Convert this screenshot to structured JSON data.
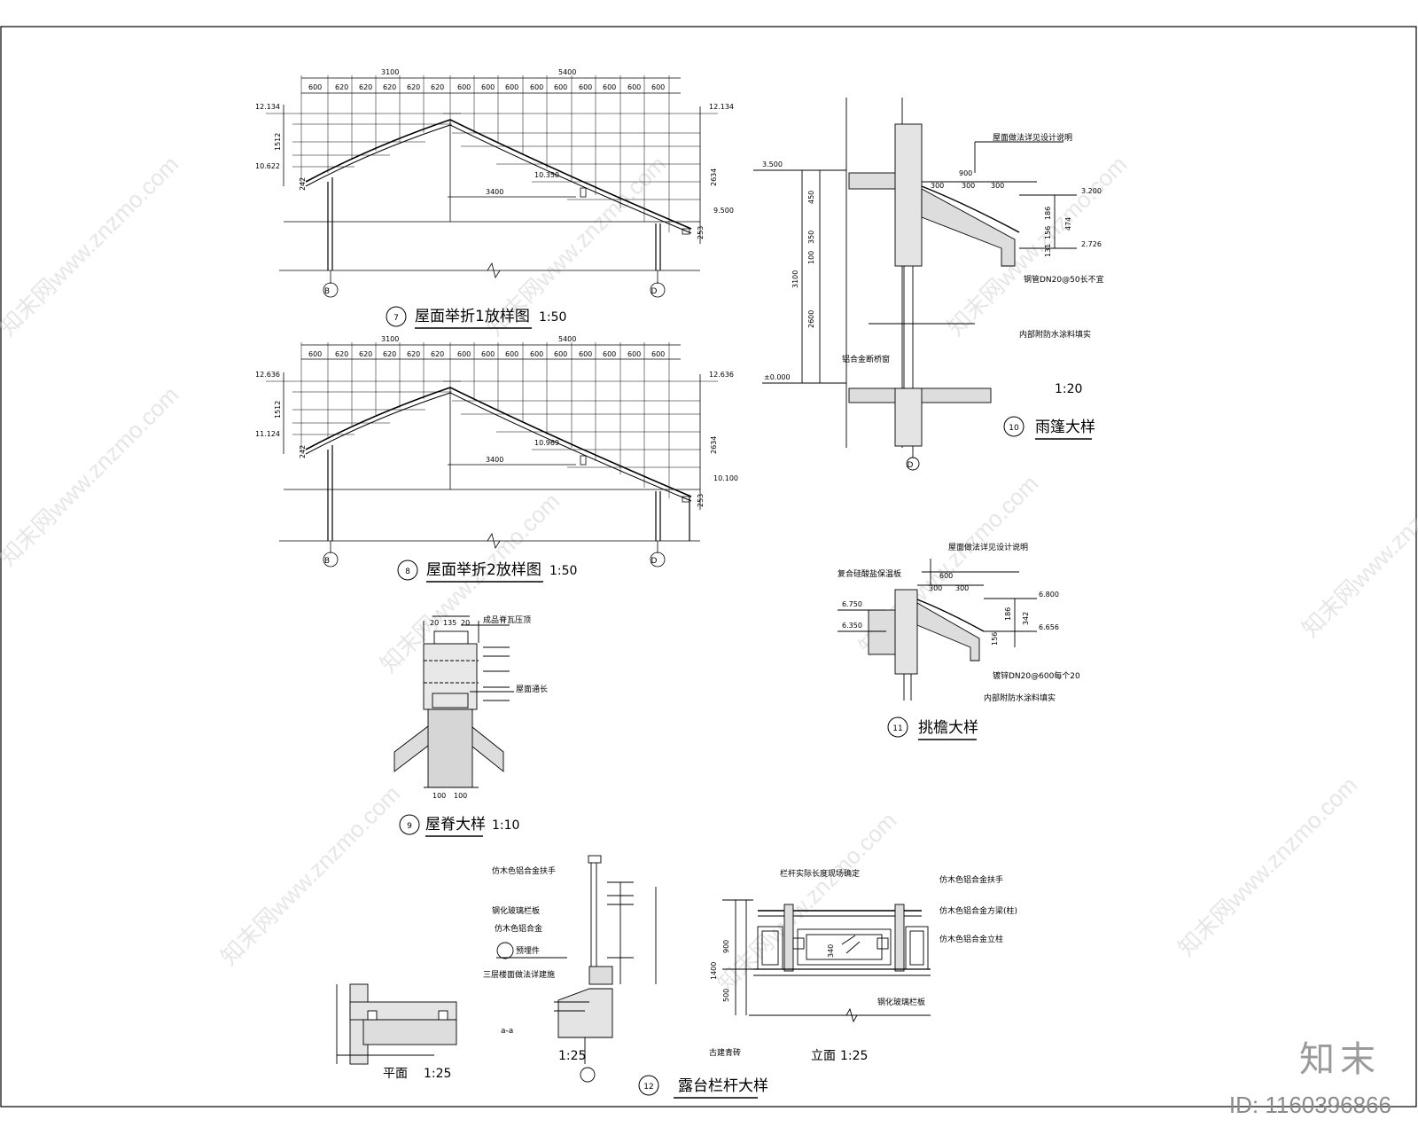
{
  "watermark": {
    "text": "知末网www.znzmo.com"
  },
  "brand": {
    "logo": "知末",
    "id_text": "ID: 1160396866"
  },
  "details": {
    "d7": {
      "num": "7",
      "title": "屋面举折1放样图",
      "scale": "1:50",
      "top_spans": [
        "3100",
        "5400"
      ],
      "dims": [
        "600",
        "620",
        "620",
        "620",
        "620",
        "620",
        "600",
        "600",
        "600",
        "600",
        "600",
        "600",
        "600",
        "600",
        "600"
      ],
      "elev_left_top": "12.134",
      "elev_left_mid": "10.622",
      "elev_right_top": "12.134",
      "elev_right_low": "9.500",
      "mid_elev": "10.350",
      "span_mid": "3400",
      "h1": "1512",
      "h2": "2634",
      "h3": "242",
      "h4": "253",
      "axis_left": "B",
      "axis_right": "D"
    },
    "d8": {
      "num": "8",
      "title": "屋面举折2放样图",
      "scale": "1:50",
      "top_spans": [
        "3100",
        "5400"
      ],
      "elev_left_top": "12.636",
      "elev_left_mid": "11.124",
      "elev_right_top": "12.636",
      "elev_right_low": "10.100",
      "mid_elev": "10.969",
      "span_mid": "3400",
      "h1": "1512",
      "h2": "2634",
      "h3": "242",
      "h4": "253",
      "axis_left": "B",
      "axis_right": "D"
    },
    "d9": {
      "num": "9",
      "title": "屋脊大样",
      "scale": "1:10",
      "top_dims": [
        "20",
        "135",
        "20"
      ],
      "bottom_dims": [
        "100",
        "100"
      ],
      "note1": "成品脊瓦压顶",
      "note2": "屋面通长"
    },
    "d10": {
      "num": "10",
      "title": "雨篷大样",
      "scale": "1:20",
      "elev_top": "3.500",
      "elev_zero": "±0.000",
      "elev_r1": "3.200",
      "elev_r2": "2.726",
      "dims_left": [
        "450",
        "350",
        "100",
        "2600",
        "3100"
      ],
      "dims_top": [
        "900",
        "300",
        "300",
        "300"
      ],
      "dims_right": [
        "186",
        "156",
        "131",
        "474"
      ],
      "note_top": "屋面做法详见设计说明",
      "note_mid": "钢管DN20@50长不宜",
      "note_low": "内部附防水涂料填实",
      "note_left": "铝合金断桥窗",
      "axis": "D"
    },
    "d11": {
      "num": "11",
      "title": "挑檐大样",
      "elev1": "6.750",
      "elev2": "6.350",
      "elev_r1": "6.800",
      "elev_r2": "6.656",
      "dims_top": [
        "600",
        "300",
        "300"
      ],
      "dims_right": [
        "186",
        "156",
        "342"
      ],
      "note_top": "屋面做法详见设计说明",
      "note_left": "复合硅酸盐保温板",
      "note_mid": "镀锌DN20@600每个20",
      "note_low": "内部附防水涂料填实"
    },
    "d12": {
      "num": "12",
      "title": "露台栏杆大样",
      "section_label": "a-a",
      "section_scale": "1:25",
      "plan_label": "平面",
      "plan_scale": "1:25",
      "elev_label": "立面",
      "elev_scale": "1:25",
      "notes_left": [
        "仿木色铝合金扶手",
        "钢化玻璃栏板",
        "仿木色铝合金",
        "预埋件",
        "三层楼面做法详建施"
      ],
      "notes_right": [
        "仿木色铝合金扶手",
        "仿木色铝合金方梁(柱)",
        "仿木色铝合金立柱",
        "钢化玻璃栏板",
        "古建青砖"
      ],
      "elev_dims": [
        "1400",
        "900",
        "500",
        "340"
      ],
      "top_note": "栏杆实际长度现场确定"
    }
  }
}
